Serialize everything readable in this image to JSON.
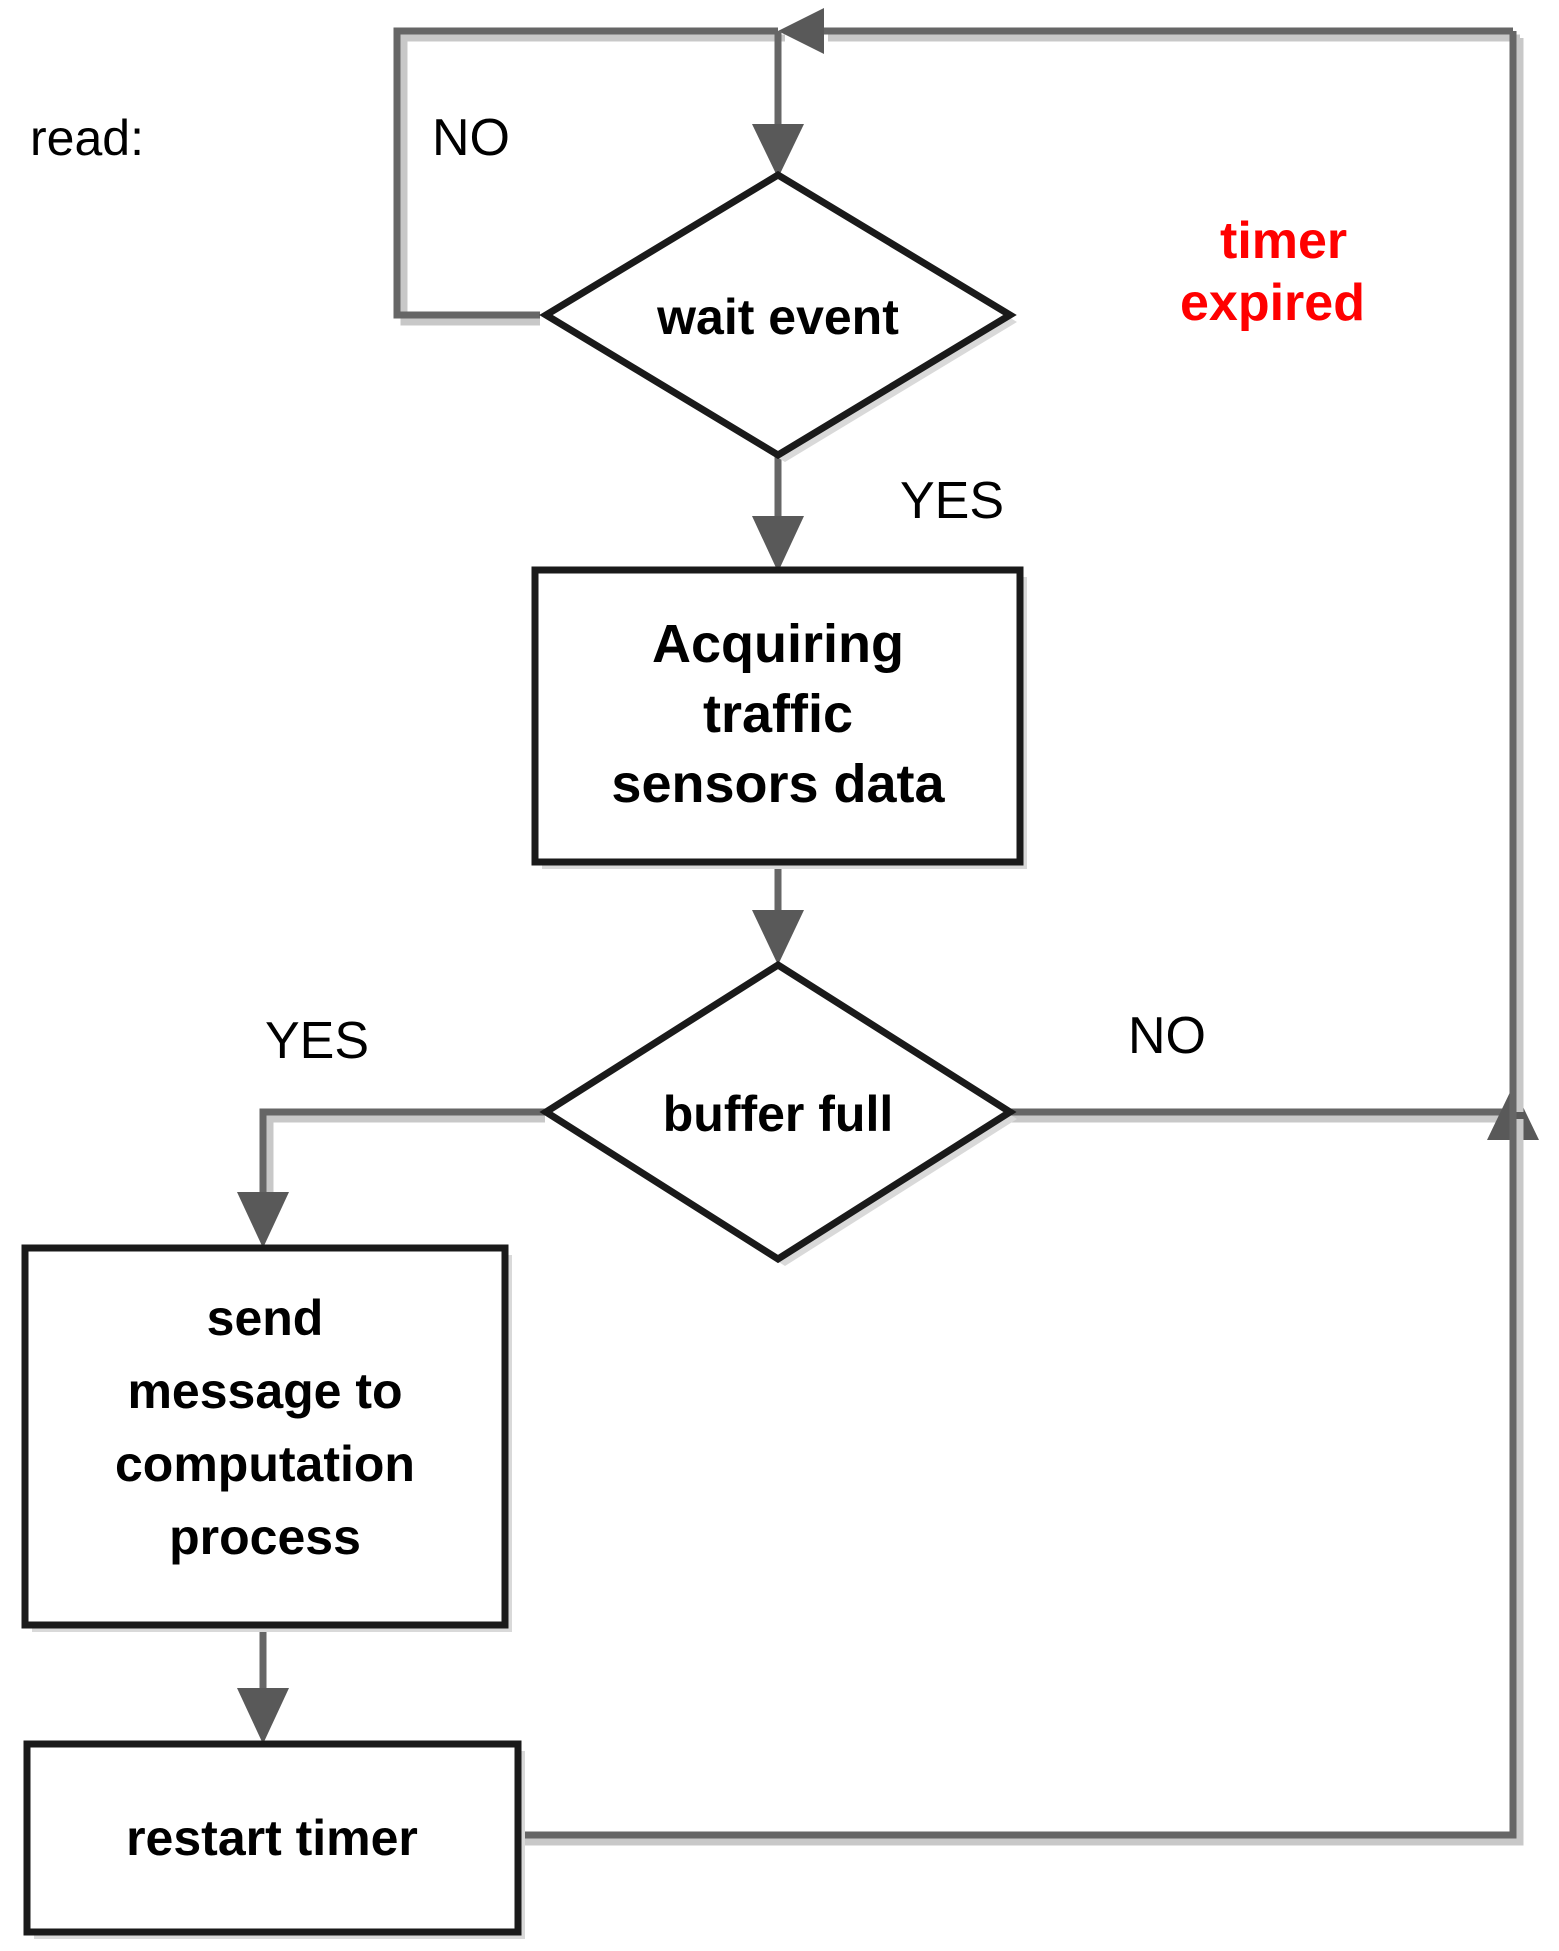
{
  "diagram": {
    "title_caption": "read:",
    "type": "flowchart",
    "background_color": "#ffffff",
    "accent_color": "#ff0000",
    "line_color": "#666666",
    "shape_border_color": "#1a1a1a",
    "nodes": [
      {
        "id": "wait_event",
        "shape": "decision",
        "label": "wait event",
        "lines": [
          "wait event"
        ]
      },
      {
        "id": "acquire",
        "shape": "process",
        "label": "Acquiring traffic sensors data",
        "lines": [
          "Acquiring",
          "traffic",
          "sensors data"
        ]
      },
      {
        "id": "buffer_full",
        "shape": "decision",
        "label": "buffer full",
        "lines": [
          "buffer full"
        ]
      },
      {
        "id": "send_message",
        "shape": "process",
        "label": "send message to computation process",
        "lines": [
          "send",
          "message to",
          "computation",
          "process"
        ]
      },
      {
        "id": "restart_timer",
        "shape": "process",
        "label": "restart timer",
        "lines": [
          "restart timer"
        ]
      }
    ],
    "edge_labels": [
      {
        "id": "wait_no",
        "text": "NO",
        "color": "#000000"
      },
      {
        "id": "wait_yes",
        "text": "YES",
        "color": "#000000"
      },
      {
        "id": "buffer_yes",
        "text": "YES",
        "color": "#000000"
      },
      {
        "id": "buffer_no",
        "text": "NO",
        "color": "#000000"
      },
      {
        "id": "timer_expired",
        "text_line_1": "timer",
        "text_line_2": "expired",
        "color": "#ff0000"
      }
    ]
  }
}
